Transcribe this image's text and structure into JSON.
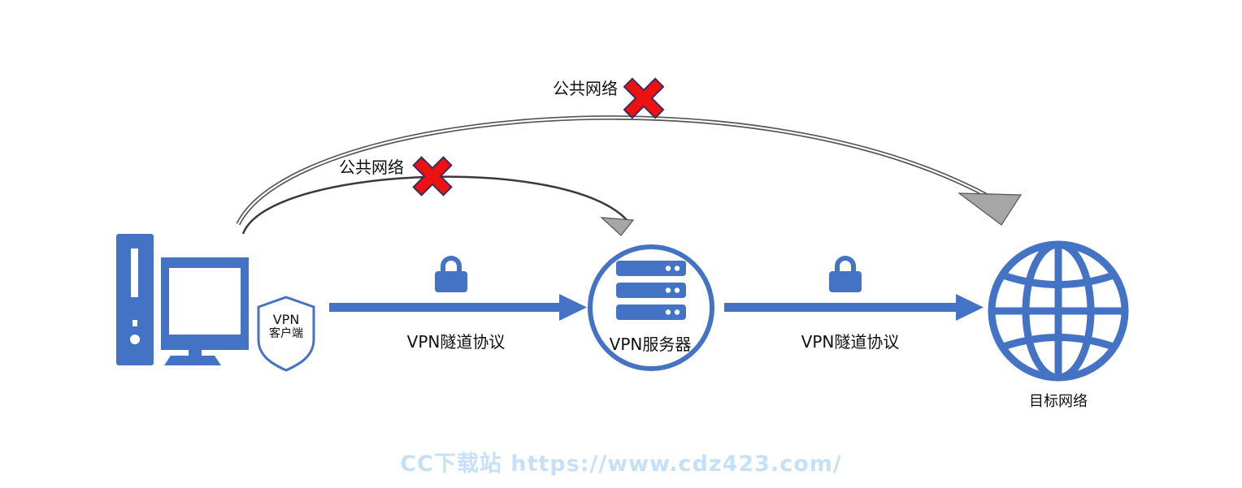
{
  "colors": {
    "accent": "#4472c4",
    "arc_stroke": "#555555",
    "arrowhead_fill": "#a6a6a6",
    "cross_fill": "#ee1111",
    "cross_outline": "#3b2a5c",
    "watermark": "#9fcdf3"
  },
  "nodes": {
    "client": {
      "icon": "desktop-computer-icon",
      "shield_line1": "VPN",
      "shield_line2": "客户端"
    },
    "server": {
      "icon": "server-rack-icon",
      "label": "VPN服务器"
    },
    "target": {
      "icon": "globe-icon",
      "label": "目标网络"
    }
  },
  "edges": {
    "tunnel_1": {
      "label": "VPN隧道协议",
      "icon": "lock-icon"
    },
    "tunnel_2": {
      "label": "VPN隧道协议",
      "icon": "lock-icon"
    },
    "public_to_server": {
      "label": "公共网络",
      "icon": "blocked-cross-icon"
    },
    "public_to_target": {
      "label": "公共网络",
      "icon": "blocked-cross-icon"
    }
  },
  "watermark": {
    "text": "CC下载站 https://www.cdz423.com/"
  }
}
